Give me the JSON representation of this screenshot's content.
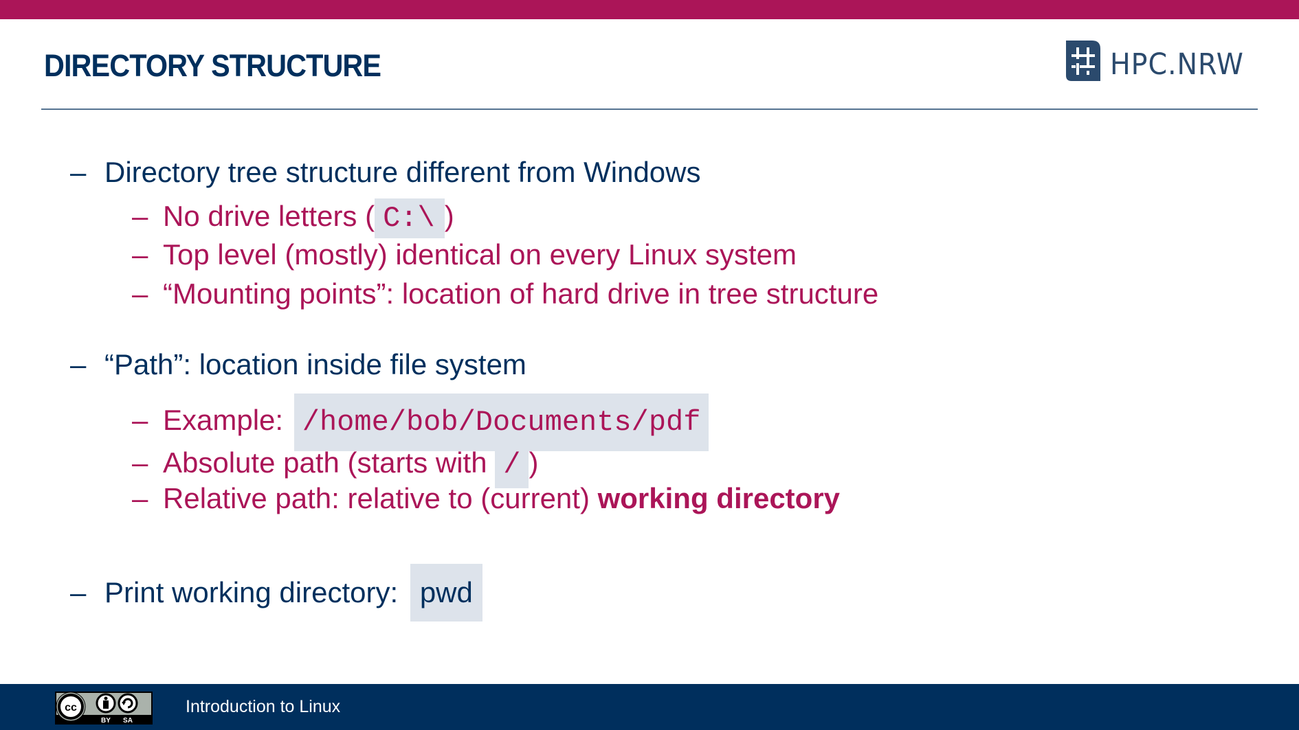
{
  "slide": {
    "title": "DIRECTORY STRUCTURE",
    "brand": {
      "logo_icon": "hpc-nrw-hash-icon",
      "name": "HPC.NRW"
    },
    "colors": {
      "accent": "#ab1558",
      "primary": "#002f5d",
      "code_bg": "#dde3eb"
    }
  },
  "bullets": {
    "dash": "–",
    "b1": {
      "text": "Directory tree structure different from Windows",
      "sub1": {
        "text_before": "No drive letters (",
        "code": "C:\\",
        "text_after": ")"
      },
      "sub2": {
        "text": "Top level (mostly) identical on every Linux system"
      },
      "sub3": {
        "text": "“Mounting points”: location of hard drive in tree structure"
      }
    },
    "b2": {
      "text": "“Path”: location inside file system",
      "sub1": {
        "text_before": "Example: ",
        "code": "/home/bob/Documents/pdf"
      },
      "sub2": {
        "text_before": "Absolute path (starts with ",
        "code": "/",
        "text_after": ")"
      },
      "sub3": {
        "text_before": "Relative path: relative to (current) ",
        "bold": "working directory"
      }
    },
    "b3": {
      "text_before": "Print working directory: ",
      "code": "pwd"
    }
  },
  "footer": {
    "license_badge": {
      "icon": "cc-by-sa-icon",
      "by": "BY",
      "sa": "SA",
      "cc": "cc"
    },
    "course_title": "Introduction to Linux"
  }
}
